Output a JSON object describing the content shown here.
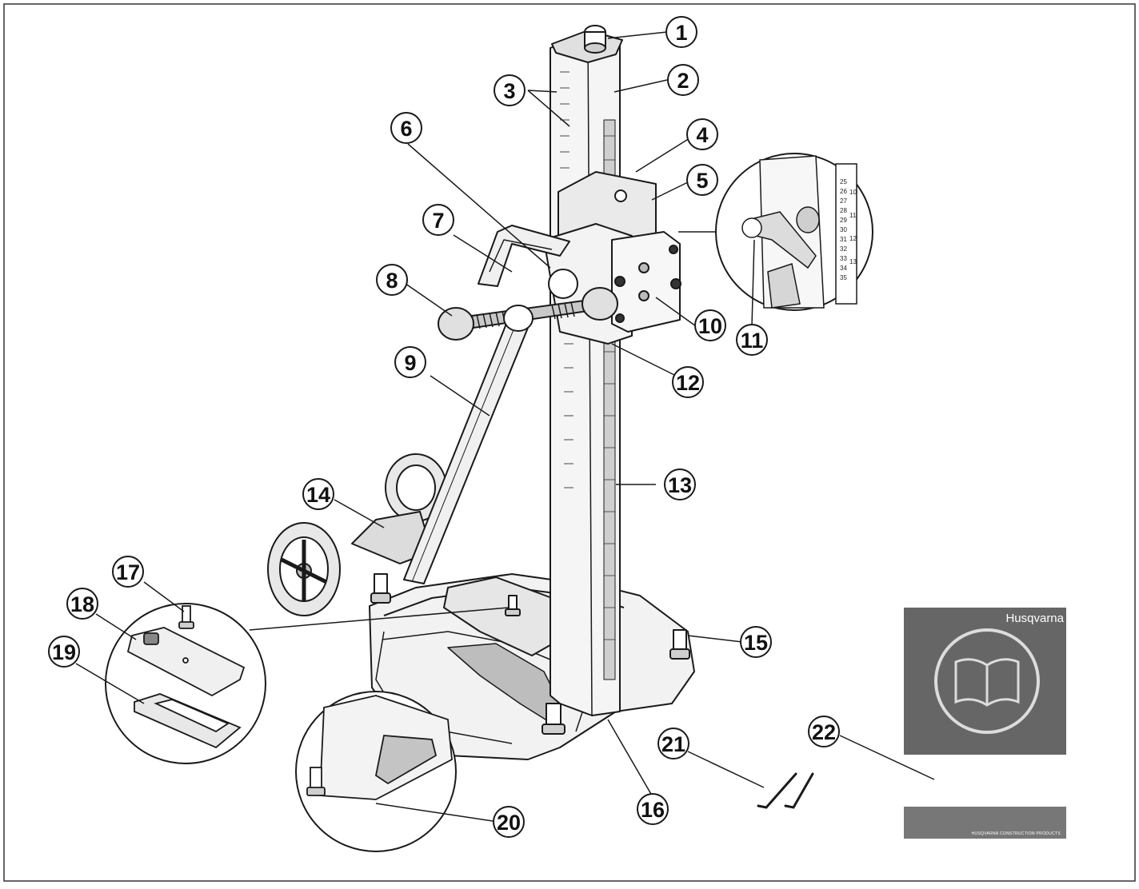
{
  "figure": {
    "callouts": [
      {
        "num": "1"
      },
      {
        "num": "2"
      },
      {
        "num": "3"
      },
      {
        "num": "4"
      },
      {
        "num": "5"
      },
      {
        "num": "6"
      },
      {
        "num": "7"
      },
      {
        "num": "8"
      },
      {
        "num": "9"
      },
      {
        "num": "10"
      },
      {
        "num": "11"
      },
      {
        "num": "12"
      },
      {
        "num": "13"
      },
      {
        "num": "14"
      },
      {
        "num": "15"
      },
      {
        "num": "16"
      },
      {
        "num": "17"
      },
      {
        "num": "18"
      },
      {
        "num": "19"
      },
      {
        "num": "20"
      },
      {
        "num": "21"
      },
      {
        "num": "22"
      }
    ],
    "manual": {
      "brand": "Husqvarna",
      "footer_text": "HUSQVARNA CONSTRUCTION PRODUCTS",
      "cover_color": "#666666",
      "band_color": "#777777"
    },
    "zoom_scale_labels": [
      "25",
      "26",
      "27",
      "28",
      "29",
      "30",
      "31",
      "32",
      "33",
      "34",
      "35",
      "10",
      "11",
      "12",
      "13"
    ],
    "colors": {
      "line": "#1a1a1a",
      "metal_shade": "#d9d9d9",
      "background": "#ffffff",
      "frame": "#333333"
    }
  }
}
